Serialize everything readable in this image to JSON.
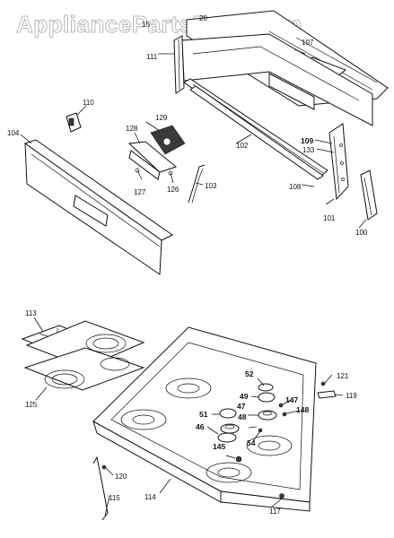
{
  "watermark": "AppliancePartsPros.com",
  "callouts": {
    "c100": "100",
    "c101": "101",
    "c102": "102",
    "c103": "103",
    "c104": "104",
    "c107": "107",
    "c108": "108",
    "c109": "109",
    "c110": "110",
    "c111": "111",
    "c113": "113",
    "c114": "114",
    "c115": "115",
    "c117": "117",
    "c119": "119",
    "c120": "120",
    "c121": "121",
    "c125": "125",
    "c126": "126",
    "c127": "127",
    "c128": "128",
    "c129": "129",
    "c133": "133",
    "c145": "145",
    "c147": "147",
    "c148": "148",
    "c46": "46",
    "c47": "47",
    "c48": "48",
    "c49": "49",
    "c51": "51",
    "c52": "52",
    "c54": "54",
    "c_top1": "20",
    "c_top2": "15"
  }
}
